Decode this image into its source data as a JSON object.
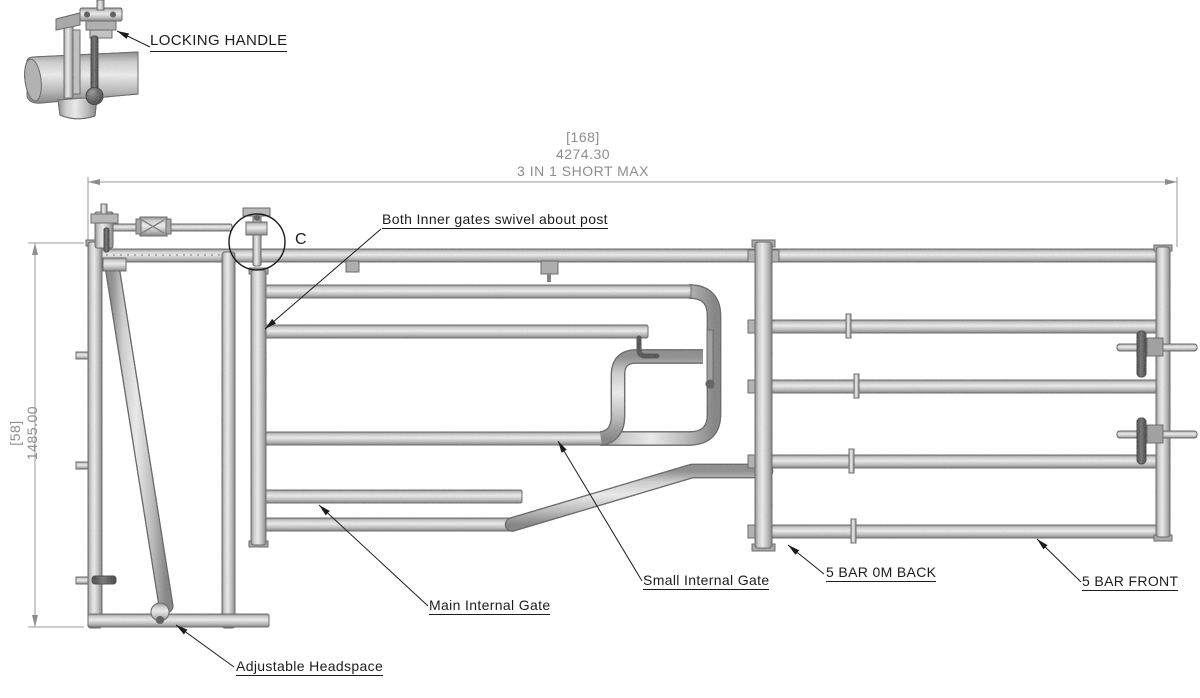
{
  "detail": {
    "label": "LOCKING HANDLE",
    "section_letter": "C"
  },
  "dimensions": {
    "horizontal": {
      "alt": "[168]",
      "value": "4274.30",
      "note": "3 IN 1 SHORT MAX"
    },
    "vertical": {
      "alt": "[58]",
      "value": "1485.00"
    }
  },
  "callouts": {
    "swivel_note": "Both Inner gates swivel about post",
    "small_internal_gate": "Small Internal Gate",
    "main_internal_gate": "Main Internal Gate",
    "five_bar_back": "5 BAR 0M BACK",
    "five_bar_front": "5 BAR FRONT",
    "adjustable_headspace": "Adjustable Headspace"
  },
  "colors": {
    "background": "#ffffff",
    "tube_highlight": "#f1f1f1",
    "tube_shadow": "#7f7f7f",
    "outline": "#5b5b5b",
    "dimension_gray": "#8d8d8d",
    "label_black": "#1c1c1c"
  }
}
